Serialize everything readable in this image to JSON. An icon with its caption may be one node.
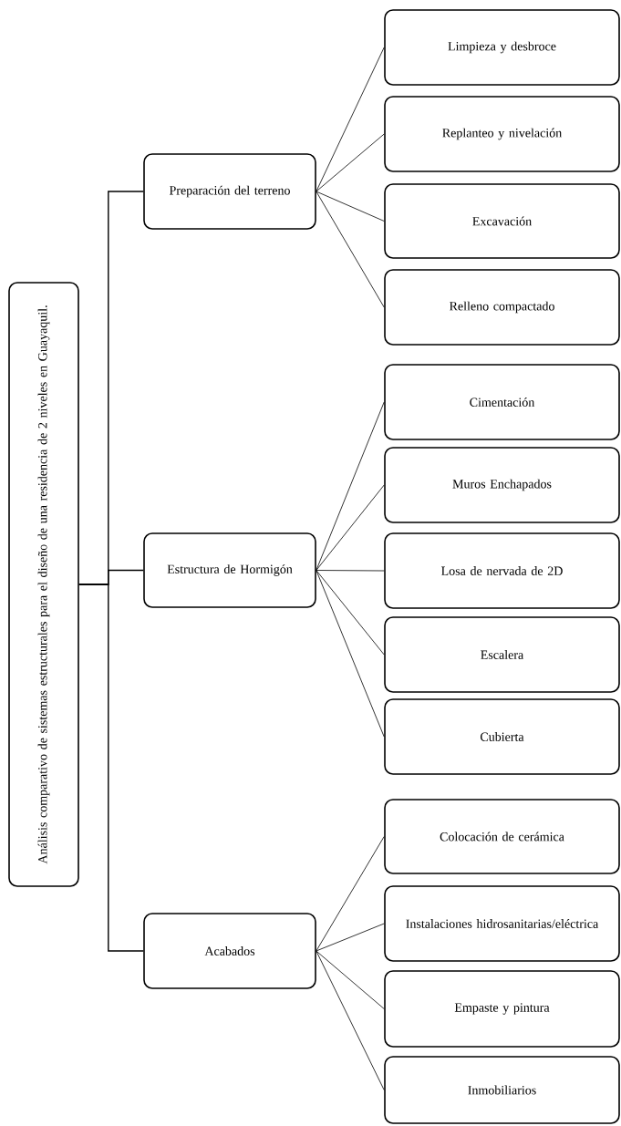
{
  "diagram": {
    "nodes": [
      {
        "text": [
          "Análisis comparativo de sistemas estructurales para el diseño de una residencia de 2 niveles en Guayaquil."
        ]
      },
      {
        "text": [
          "Preparación del terreno"
        ]
      },
      {
        "text": [
          "Limpieza y desbroce"
        ]
      },
      {
        "text": [
          "Replanteo y nivelación"
        ]
      },
      {
        "text": [
          "Excavación"
        ]
      },
      {
        "text": [
          "Relleno compactado"
        ]
      },
      {
        "text": [
          "Estructura de Hormigón"
        ]
      },
      {
        "text": [
          "Cimentación"
        ]
      },
      {
        "text": [
          "Muros Enchapados"
        ]
      },
      {
        "text": [
          "Losa de nervada de 2D"
        ]
      },
      {
        "text": [
          "Escalera"
        ]
      },
      {
        "text": [
          "Cubierta"
        ]
      },
      {
        "text": [
          "Acabados"
        ]
      },
      {
        "text": [
          "Colocación de cerámica"
        ]
      },
      {
        "text": [
          "Instalaciones hidrosanitarias/eléctrica"
        ]
      },
      {
        "text": [
          "Empaste y pintura"
        ]
      },
      {
        "text": [
          "Inmobiliarios"
        ]
      }
    ],
    "edges": [
      {
        "from": 0,
        "to": 1,
        "arrow": "none"
      },
      {
        "from": 0,
        "to": 6,
        "arrow": "none"
      },
      {
        "from": 0,
        "to": 12,
        "arrow": "none"
      },
      {
        "from": 1,
        "to": 2,
        "arrow": "none"
      },
      {
        "from": 1,
        "to": 3,
        "arrow": "none"
      },
      {
        "from": 1,
        "to": 4,
        "arrow": "none"
      },
      {
        "from": 1,
        "to": 5,
        "arrow": "none"
      },
      {
        "from": 6,
        "to": 7,
        "arrow": "none"
      },
      {
        "from": 6,
        "to": 8,
        "arrow": "none"
      },
      {
        "from": 6,
        "to": 9,
        "arrow": "none"
      },
      {
        "from": 6,
        "to": 10,
        "arrow": "none"
      },
      {
        "from": 6,
        "to": 11,
        "arrow": "none"
      },
      {
        "from": 12,
        "to": 13,
        "arrow": "none"
      },
      {
        "from": 12,
        "to": 14,
        "arrow": "none"
      },
      {
        "from": 12,
        "to": 15,
        "arrow": "none"
      },
      {
        "from": 12,
        "to": 16,
        "arrow": "none"
      }
    ]
  }
}
